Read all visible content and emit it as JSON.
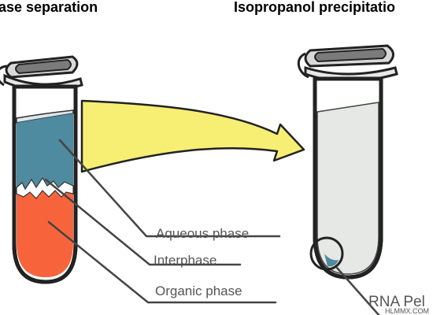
{
  "titles": {
    "left": "ase separation",
    "right": "Isopropanol precipitatio"
  },
  "labels": {
    "aqueous": "Aqueous phase",
    "interphase": "Interphase",
    "organic": "Organic phase",
    "pellet": "RNA Pel"
  },
  "watermark": "HLMMX.COM",
  "colors": {
    "aqueous": "#4e8aa0",
    "organic": "#f7643c",
    "arrow": "#f7ee74",
    "supernatant": "#e6e8e6",
    "cap": "#dcdcdc"
  }
}
